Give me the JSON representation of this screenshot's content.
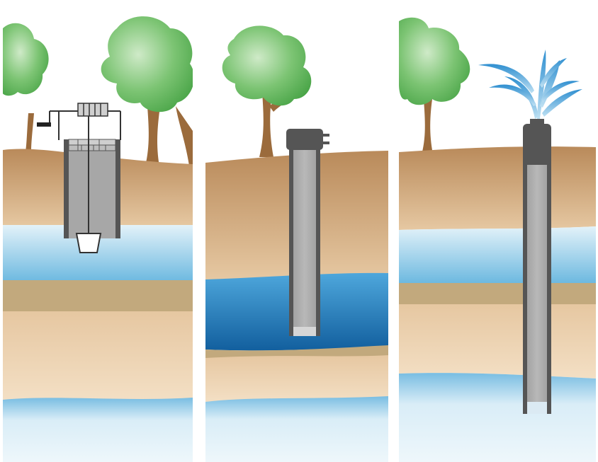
{
  "diagram": {
    "panels": [
      {
        "well_type": "dug-well"
      },
      {
        "well_type": "drilled-well"
      },
      {
        "well_type": "artesian-flowing-well"
      }
    ],
    "colors": {
      "background": "#ffffff",
      "topsoil": "#b98a5a",
      "topsoil_light": "#e6c8a2",
      "aquifer": "#7cc1e3",
      "aquifer_light": "#dff0f8",
      "aquifer_deep": "#1e6fae",
      "clay_band": "#c2a97d",
      "sand": "#efd6b4",
      "casing": "#555555",
      "casing_fill": "#a8a8a8",
      "tree_foliage": "#5db55a",
      "tree_trunk": "#9b6b3c",
      "water_spray": "#4f9ed3"
    },
    "icons": [
      "tree-icon",
      "windlass-icon",
      "bucket-icon",
      "well-cap-icon",
      "water-spray-icon"
    ]
  }
}
